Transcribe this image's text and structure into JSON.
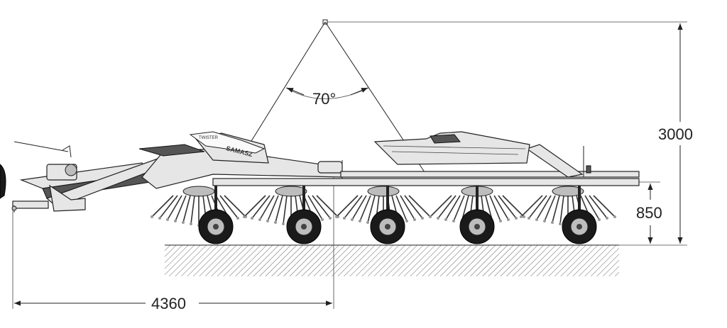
{
  "dimensions": {
    "angle_label": "70°",
    "height_label": "3000",
    "clearance_label": "850",
    "length_label": "4360"
  },
  "machine": {
    "brand_label": "SAMASZ",
    "model_label": "TWISTER"
  },
  "wheels": {
    "count": 5
  },
  "rotors": {
    "count": 5
  }
}
